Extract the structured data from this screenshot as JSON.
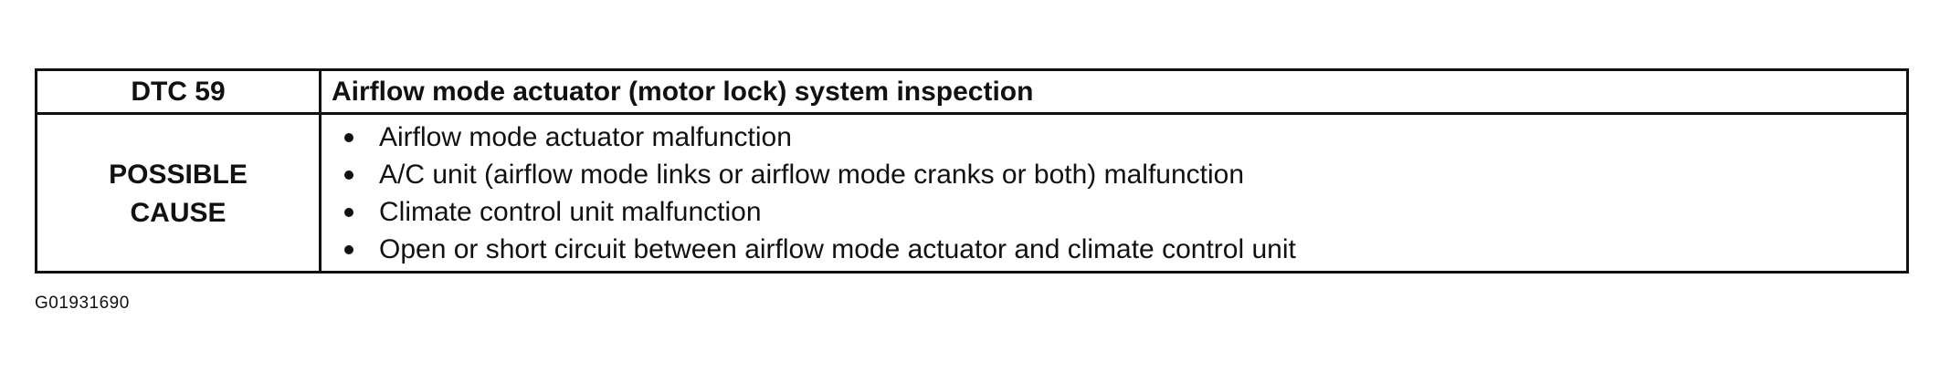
{
  "table": {
    "header": {
      "code": "DTC 59",
      "title": "Airflow mode actuator (motor lock) system inspection"
    },
    "cause_label": {
      "line1": "POSSIBLE",
      "line2": "CAUSE"
    },
    "causes": [
      "Airflow mode actuator malfunction",
      "A/C unit (airflow mode links or airflow mode cranks or both) malfunction",
      "Climate control unit malfunction",
      "Open or short circuit between airflow mode actuator and climate control unit"
    ]
  },
  "figure_id": "G01931690"
}
